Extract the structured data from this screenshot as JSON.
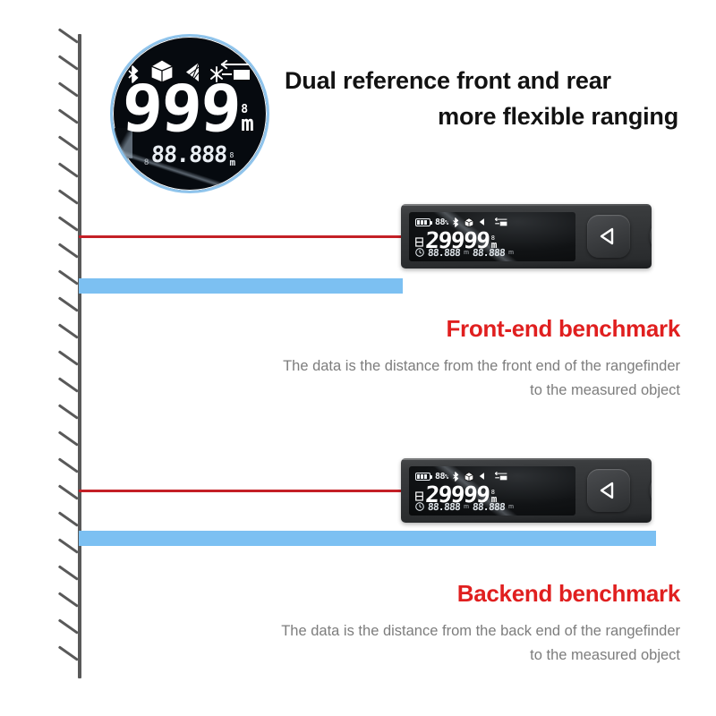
{
  "headline": {
    "line1": "Dual reference front and rear",
    "line2": "more flexible ranging"
  },
  "circle_display": {
    "icons": [
      "bluetooth-icon",
      "volume-cube-icon",
      "area-triangle-icon",
      "reference-laser-icon"
    ],
    "main_value": "999",
    "unit_superscript": "8",
    "unit": "m",
    "sub_left_superscript": "8",
    "sub_value": "88.888",
    "sub_unit_superscript": "8",
    "sub_unit": "m"
  },
  "sections": [
    {
      "id": "front-end",
      "title": "Front-end benchmark",
      "body_line1": "The data is the distance from the front end of the rangefinder",
      "body_line2": "to the measured object"
    },
    {
      "id": "backend",
      "title": "Backend benchmark",
      "body_line1": "The data is the distance from the back end of the rangefinder",
      "body_line2": "to the measured object"
    }
  ],
  "device": {
    "battery_percent": "88",
    "percent_symbol": "%",
    "main_value": "29999",
    "main_unit_superscript": "8",
    "main_unit": "m",
    "sub_value_left": "88.888",
    "sub_unit_left": "m",
    "sub_value_right": "88.888",
    "sub_unit_right": "m",
    "button_back_label": "back-triangle",
    "button_power_label": "power-circle"
  },
  "colors": {
    "laser_red": "#c42026",
    "accent_red": "#e01f1f",
    "benchmark_blue": "#7cc0f2",
    "body_gray": "#7d7d7d",
    "wall_gray": "#595959"
  }
}
